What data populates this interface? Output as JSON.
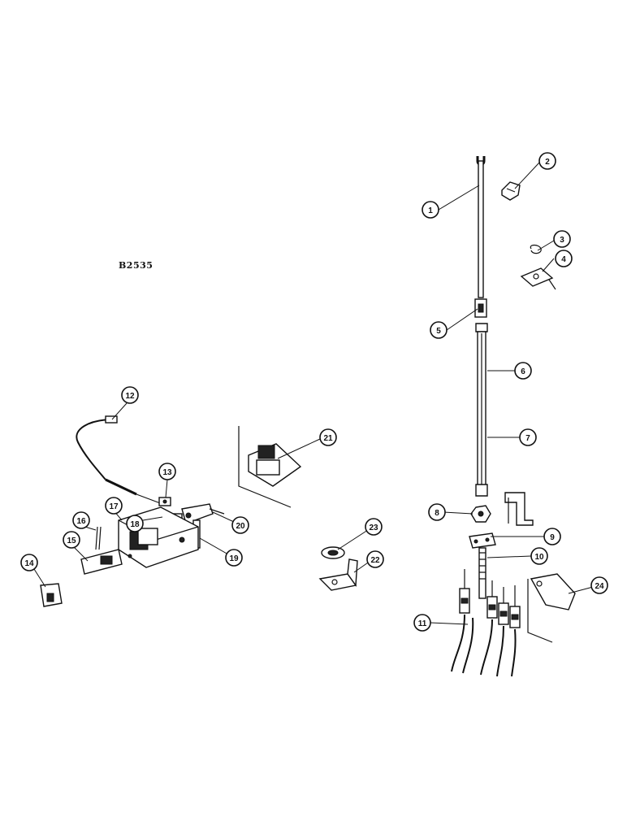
{
  "figure": {
    "code": "B2535"
  },
  "callouts": [
    "1",
    "2",
    "3",
    "4",
    "5",
    "6",
    "7",
    "8",
    "9",
    "10",
    "11",
    "12",
    "13",
    "14",
    "15",
    "16",
    "17",
    "18",
    "19",
    "20",
    "21",
    "22",
    "23",
    "24"
  ]
}
